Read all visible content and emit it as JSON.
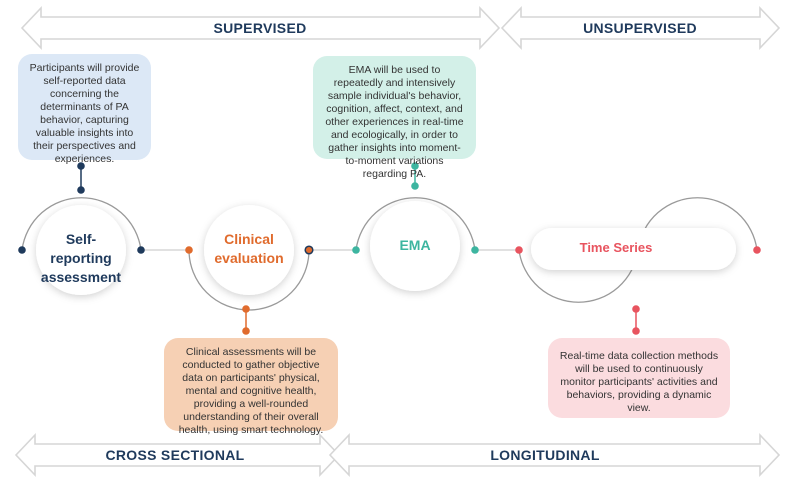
{
  "arrows": {
    "supervised": "SUPERVISED",
    "unsupervised": "UNSUPERVISED",
    "cross_sectional": "CROSS SECTIONAL",
    "longitudinal": "LONGITUDINAL"
  },
  "stages": [
    {
      "key": "self_reporting",
      "label": "Self-reporting assessment",
      "color": "#1f3a5c",
      "bubble_color": "#dce8f6",
      "description": "Participants will provide self-reported data concerning the determinants of PA behavior, capturing valuable insights into their perspectives and experiences."
    },
    {
      "key": "clinical",
      "label": "Clinical evaluation",
      "color": "#e06b2d",
      "bubble_color": "#f6d0b4",
      "description": "Clinical assessments will be conducted to gather objective data on participants' physical, mental and cognitive health, providing a well-rounded understanding of their overall health, using smart technology."
    },
    {
      "key": "ema",
      "label": "EMA",
      "color": "#3db5a0",
      "bubble_color": "#d3f0e8",
      "description": "EMA will be used to repeatedly and intensively sample individual's behavior, cognition, affect, context, and other experiences in real-time and ecologically, in order to gather insights into moment-to-moment variations regarding PA."
    },
    {
      "key": "time_series",
      "label": "Time Series",
      "color": "#e8545f",
      "bubble_color": "#fbdcdf",
      "description": "Real-time data collection methods will be used to continuously monitor participants' activities and behaviors, providing a dynamic view."
    }
  ]
}
